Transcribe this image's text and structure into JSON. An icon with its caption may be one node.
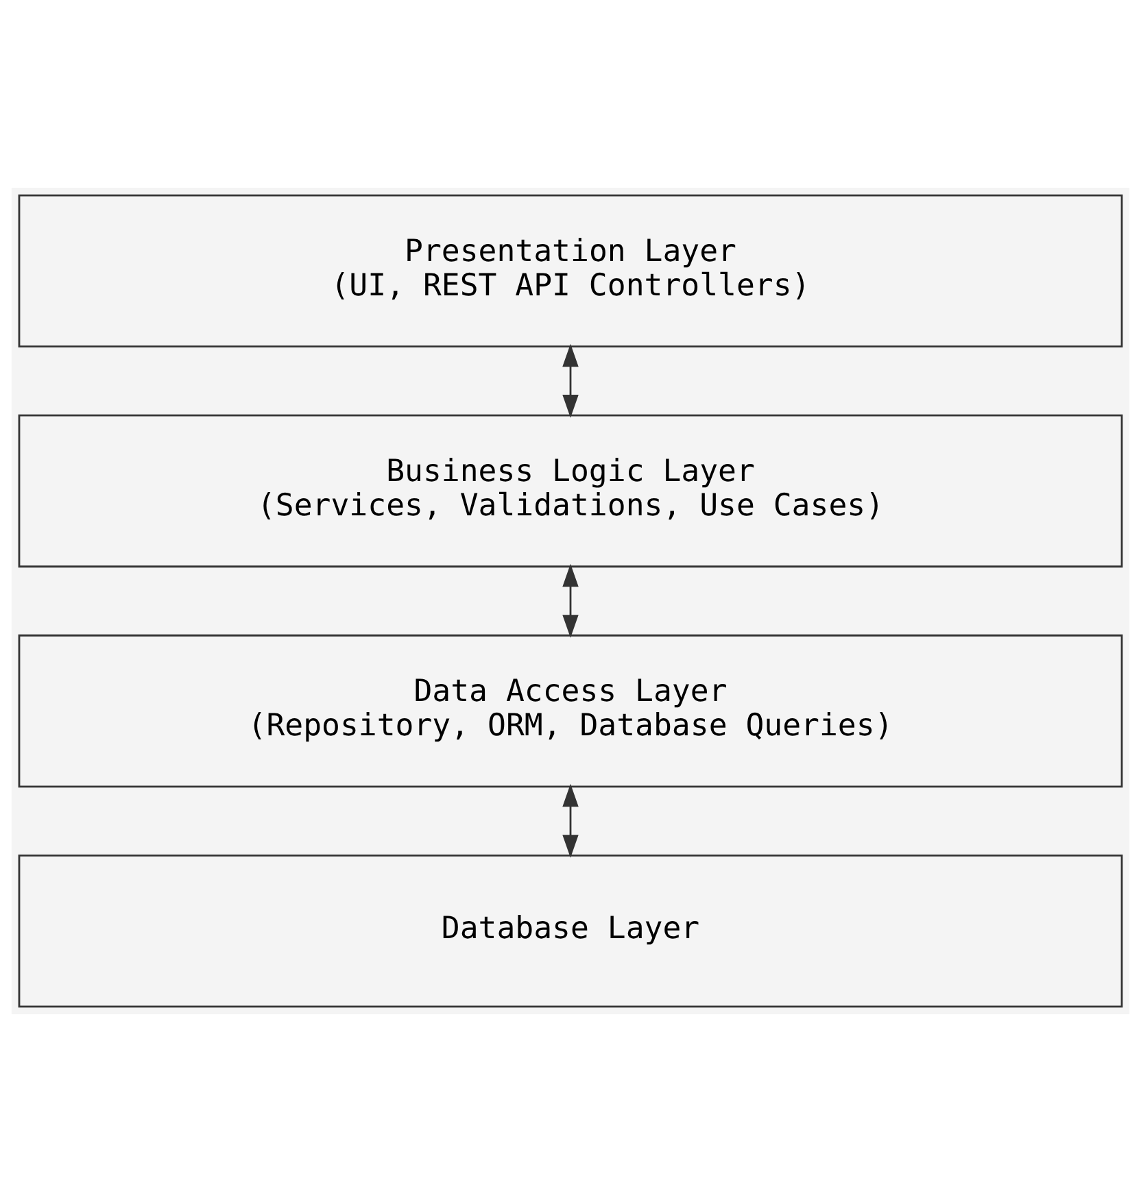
{
  "diagram": {
    "nodes": [
      {
        "text": [
          "Presentation Layer",
          "(UI, REST API Controllers)"
        ]
      },
      {
        "text": [
          "Business Logic Layer",
          "(Services, Validations, Use Cases)"
        ]
      },
      {
        "text": [
          "Data Access Layer",
          "(Repository, ORM, Database Queries)"
        ]
      },
      {
        "text": [
          "Database Layer"
        ]
      }
    ],
    "edges": [
      {
        "from": 0,
        "to": 1,
        "arrow": "both"
      },
      {
        "from": 1,
        "to": 2,
        "arrow": "both"
      },
      {
        "from": 2,
        "to": 3,
        "arrow": "both"
      }
    ]
  }
}
